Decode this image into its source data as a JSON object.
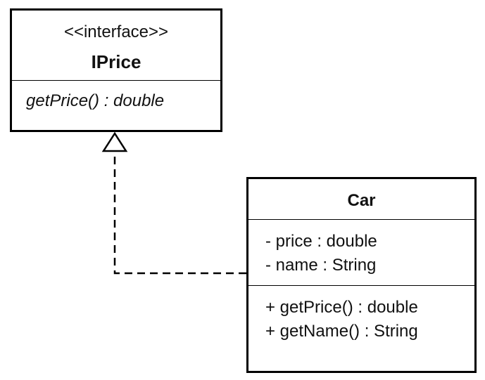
{
  "interface": {
    "stereotype": "<<interface>>",
    "name": "IPrice",
    "operations": [
      "getPrice() : double"
    ]
  },
  "class": {
    "name": "Car",
    "attributes": [
      "- price : double",
      "- name : String"
    ],
    "operations": [
      "+ getPrice() : double",
      "+ getName() : String"
    ]
  },
  "relationship": {
    "type": "realization",
    "from": "Car",
    "to": "IPrice"
  }
}
